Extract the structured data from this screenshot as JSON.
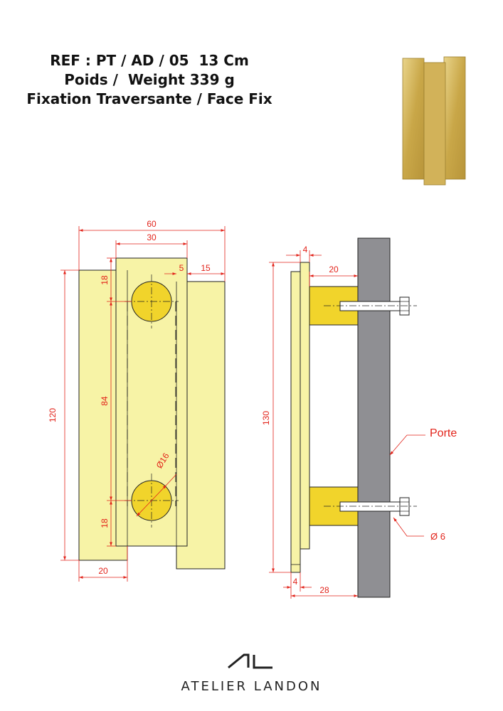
{
  "header": {
    "ref_line": "REF : PT / AD / 05  13 Cm",
    "weight_line": "Poids /  Weight 339 g",
    "fixing_line": "Fixation Traversante / Face Fix"
  },
  "product_photo": {
    "icon": "brass-handle-photo",
    "color": "#d6b85a"
  },
  "colors": {
    "handle": "#f7f3a6",
    "mount": "#f1d42b",
    "door": "#8f8f93",
    "dimension": "#e2231a"
  },
  "front_view": {
    "dims": {
      "width_total": "60",
      "width_center": "30",
      "offset_5": "5",
      "offset_15": "15",
      "top_18": "18",
      "spacing_84": "84",
      "bottom_18": "18",
      "height_120": "120",
      "bottom_20": "20",
      "hole_dia": "Ø16"
    }
  },
  "side_view": {
    "dims": {
      "thickness_top": "4",
      "standoff": "20",
      "height": "130",
      "thickness_bottom": "4",
      "depth": "28"
    },
    "labels": {
      "door": "Porte",
      "screw_dia": "Ø 6"
    }
  },
  "brand": {
    "name": "ATELIER LANDON",
    "logo_icon": "al-logo-icon"
  }
}
